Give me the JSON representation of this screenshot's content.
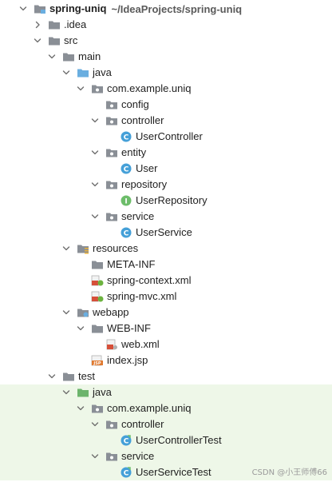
{
  "project": {
    "name": "spring-uniq",
    "path": "~/IdeaProjects/spring-uniq"
  },
  "tree": [
    {
      "id": "spring-uniq",
      "label": "spring-uniq",
      "level": 0,
      "chevron": "down",
      "icon": "module-folder",
      "bold": true,
      "path": "~/IdeaProjects/spring-uniq"
    },
    {
      "id": "idea",
      "label": ".idea",
      "level": 1,
      "chevron": "right",
      "icon": "folder"
    },
    {
      "id": "src",
      "label": "src",
      "level": 1,
      "chevron": "down",
      "icon": "folder"
    },
    {
      "id": "main",
      "label": "main",
      "level": 2,
      "chevron": "down",
      "icon": "folder"
    },
    {
      "id": "main-java",
      "label": "java",
      "level": 3,
      "chevron": "down",
      "icon": "source-folder"
    },
    {
      "id": "main-pkg",
      "label": "com.example.uniq",
      "level": 4,
      "chevron": "down",
      "icon": "package"
    },
    {
      "id": "config",
      "label": "config",
      "level": 5,
      "chevron": "none",
      "icon": "package"
    },
    {
      "id": "controller",
      "label": "controller",
      "level": 5,
      "chevron": "down",
      "icon": "package"
    },
    {
      "id": "usercontroller",
      "label": "UserController",
      "level": 6,
      "chevron": "none",
      "icon": "class"
    },
    {
      "id": "entity",
      "label": "entity",
      "level": 5,
      "chevron": "down",
      "icon": "package"
    },
    {
      "id": "user",
      "label": "User",
      "level": 6,
      "chevron": "none",
      "icon": "class"
    },
    {
      "id": "repository",
      "label": "repository",
      "level": 5,
      "chevron": "down",
      "icon": "package"
    },
    {
      "id": "userrepository",
      "label": "UserRepository",
      "level": 6,
      "chevron": "none",
      "icon": "interface"
    },
    {
      "id": "service",
      "label": "service",
      "level": 5,
      "chevron": "down",
      "icon": "package"
    },
    {
      "id": "userservice",
      "label": "UserService",
      "level": 6,
      "chevron": "none",
      "icon": "class"
    },
    {
      "id": "resources",
      "label": "resources",
      "level": 3,
      "chevron": "down",
      "icon": "resources-folder"
    },
    {
      "id": "metainf",
      "label": "META-INF",
      "level": 4,
      "chevron": "none",
      "icon": "folder"
    },
    {
      "id": "springcontext",
      "label": "spring-context.xml",
      "level": 4,
      "chevron": "none",
      "icon": "spring-xml"
    },
    {
      "id": "springmvc",
      "label": "spring-mvc.xml",
      "level": 4,
      "chevron": "none",
      "icon": "spring-xml"
    },
    {
      "id": "webapp",
      "label": "webapp",
      "level": 3,
      "chevron": "down",
      "icon": "web-folder"
    },
    {
      "id": "webinf",
      "label": "WEB-INF",
      "level": 4,
      "chevron": "down",
      "icon": "folder"
    },
    {
      "id": "webxml",
      "label": "web.xml",
      "level": 5,
      "chevron": "none",
      "icon": "xml-file"
    },
    {
      "id": "indexjsp",
      "label": "index.jsp",
      "level": 4,
      "chevron": "none",
      "icon": "jsp-file"
    },
    {
      "id": "test",
      "label": "test",
      "level": 2,
      "chevron": "down",
      "icon": "folder"
    },
    {
      "id": "test-java",
      "label": "java",
      "level": 3,
      "chevron": "down",
      "icon": "test-source-folder",
      "test": true
    },
    {
      "id": "test-pkg",
      "label": "com.example.uniq",
      "level": 4,
      "chevron": "down",
      "icon": "package",
      "test": true
    },
    {
      "id": "test-controller",
      "label": "controller",
      "level": 5,
      "chevron": "down",
      "icon": "package",
      "test": true
    },
    {
      "id": "usercontrollertest",
      "label": "UserControllerTest",
      "level": 6,
      "chevron": "none",
      "icon": "test-class",
      "test": true
    },
    {
      "id": "test-service",
      "label": "service",
      "level": 5,
      "chevron": "down",
      "icon": "package",
      "test": true
    },
    {
      "id": "userservicetest",
      "label": "UserServiceTest",
      "level": 6,
      "chevron": "none",
      "icon": "test-class",
      "test": true
    }
  ],
  "watermark": "CSDN @小王师傅66",
  "colors": {
    "folder": "#8a8f96",
    "source_folder": "#6aaee0",
    "test_folder": "#6cb46c",
    "class": "#45a0d8",
    "interface": "#6dbd6a",
    "xml_red": "#d64f3a",
    "spring_green": "#6db33f",
    "jsp": "#e07a30",
    "test_bg": "#eef7e8"
  }
}
